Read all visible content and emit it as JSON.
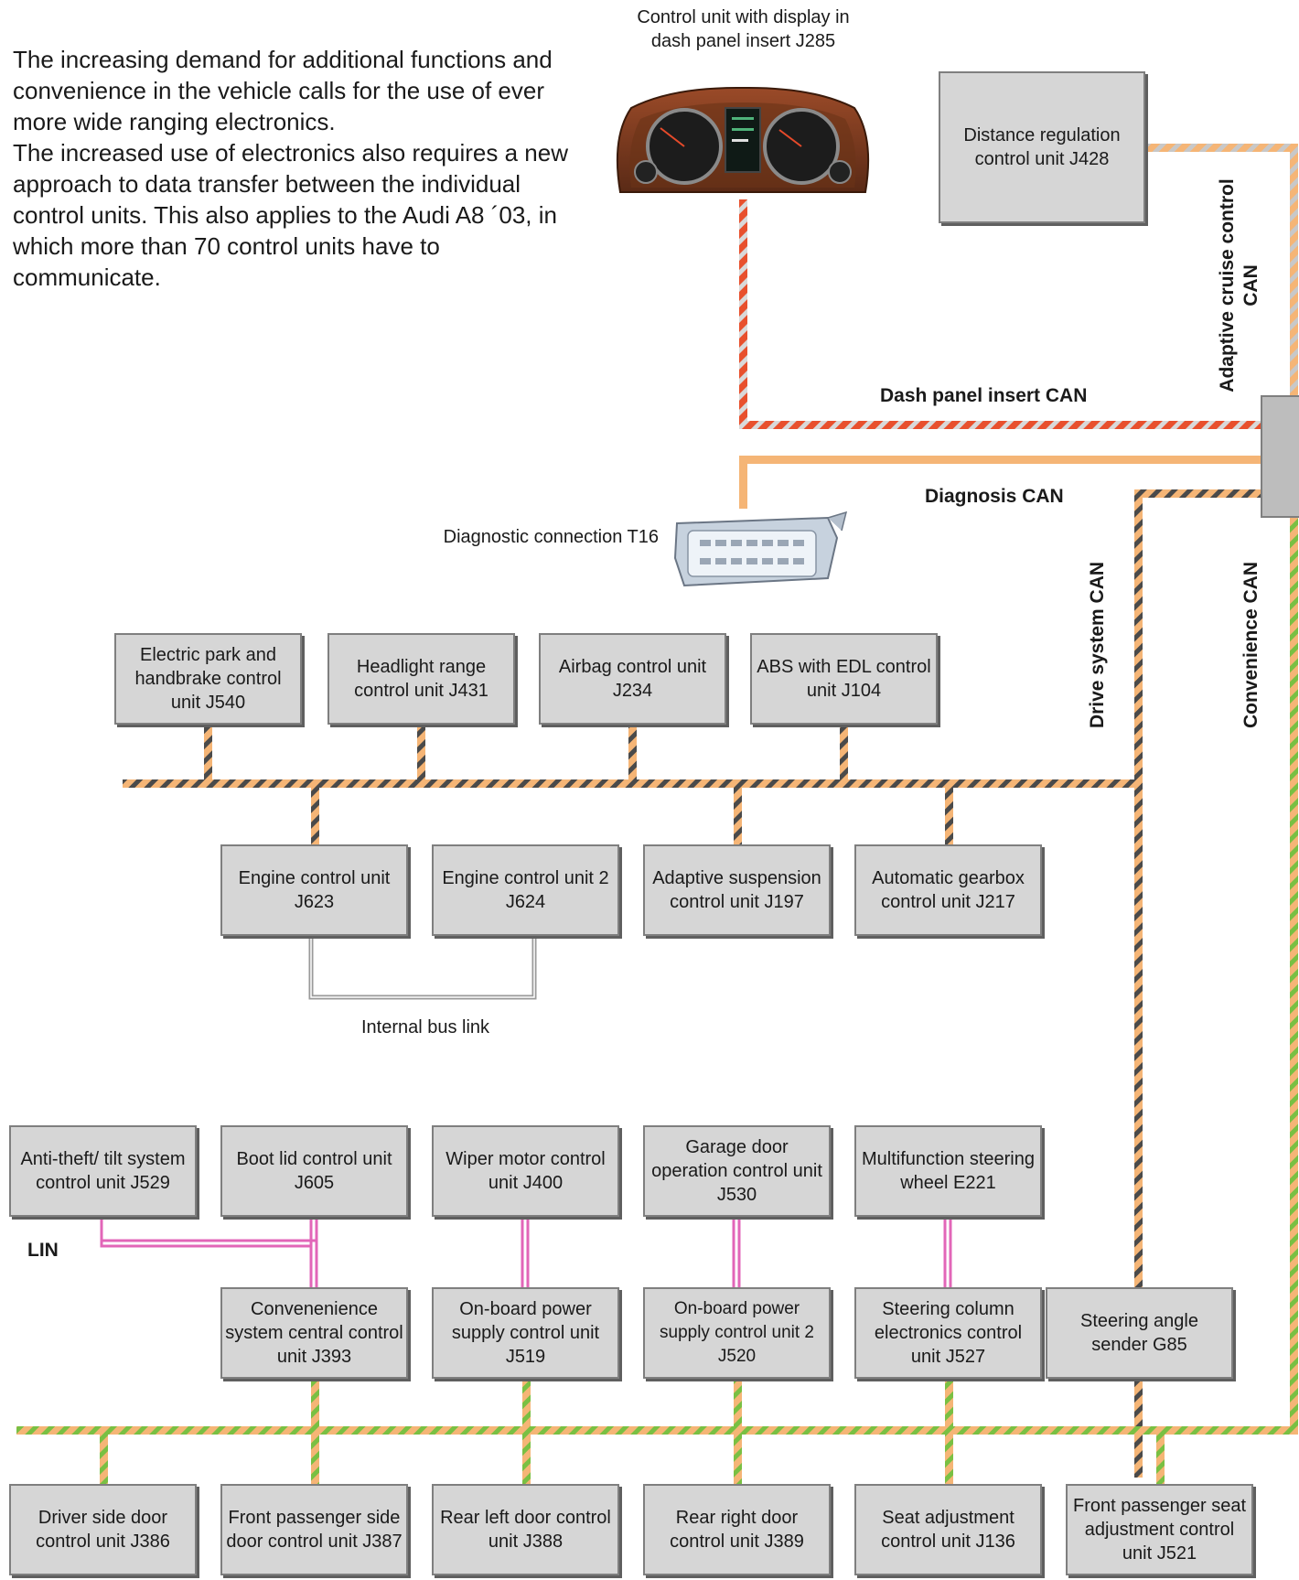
{
  "intro": {
    "line1": "The increasing demand for additional functions and convenience in the vehicle calls for the use of ever more wide ranging electronics.",
    "line2": "The increased use of electronics also requires a new approach to data transfer between the individual control units. This also applies to the Audi A8 ´03, in which more than 70 control units have to communicate."
  },
  "labels": {
    "dash_unit": "Control unit with display in dash panel insert J285",
    "diag_connection": "Diagnostic connection T16",
    "internal_link": "Internal bus link"
  },
  "buses": {
    "dash_panel": "Dash panel insert CAN",
    "diagnosis": "Diagnosis CAN",
    "acc": "Adaptive cruise control CAN",
    "drive": "Drive system CAN",
    "convenience": "Convenience CAN",
    "lin": "LIN"
  },
  "colors": {
    "dash_bus": "#e8502d",
    "acc_bus": "#f5b576",
    "diag_bus": "#f5b576",
    "drive_bus_a": "#f5b576",
    "drive_bus_b": "#4a4a4a",
    "conv_bus_a": "#f5b576",
    "conv_bus_b": "#79c043",
    "lin_bus": "#e266b8",
    "box_fill": "#d6d6d6"
  },
  "units": {
    "distance": "Distance regulation control unit J428",
    "j540": "Electric park and handbrake control unit J540",
    "j431": "Headlight range control unit J431",
    "j234": "Airbag control unit J234",
    "j104": "ABS with EDL control unit J104",
    "j623": "Engine control unit J623",
    "j624": "Engine control unit 2 J624",
    "j197": "Adaptive suspension control unit J197",
    "j217": "Automatic gearbox control unit J217",
    "j529": "Anti-theft/ tilt system control unit J529",
    "j605": "Boot lid control unit J605",
    "j400": "Wiper motor control unit J400",
    "j530": "Garage door operation control unit J530",
    "e221": "Multifunction steering wheel E221",
    "j393": "Convenenience system central control unit J393",
    "j519": "On-board power supply control unit J519",
    "j520": "On-board power supply control unit 2 J520",
    "j527": "Steering column electronics control unit J527",
    "g85": "Steering angle sender G85",
    "j386": "Driver side door control unit J386",
    "j387": "Front passenger side door control unit J387",
    "j388": "Rear left door control unit J388",
    "j389": "Rear right door control unit J389",
    "j136": "Seat adjustment control unit J136",
    "j521": "Front passenger seat adjustment control unit J521"
  }
}
